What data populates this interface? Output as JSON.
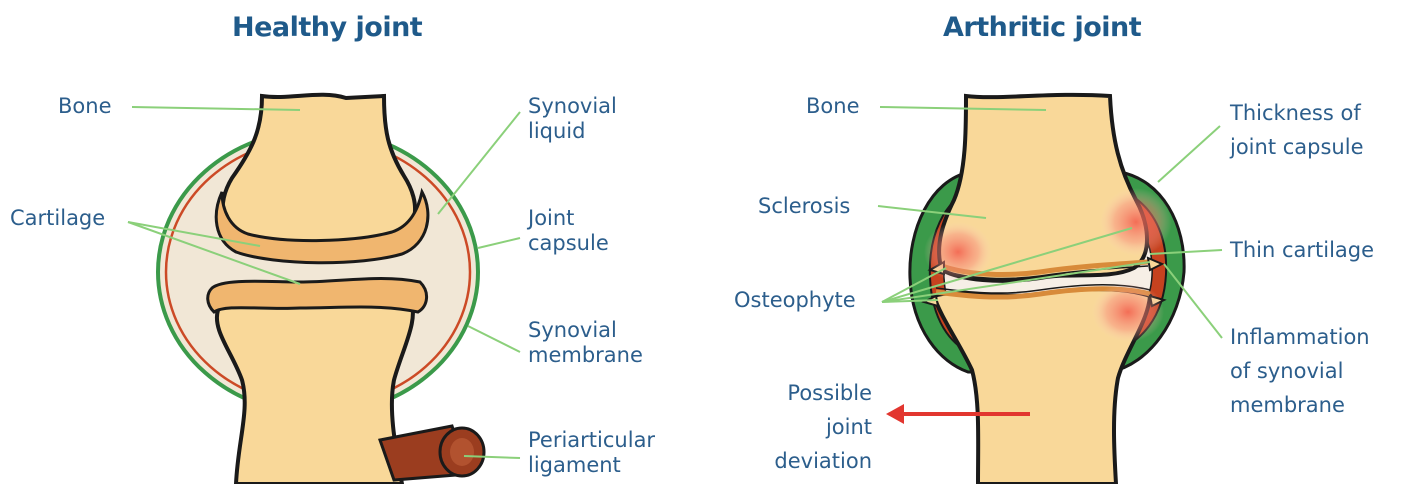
{
  "colors": {
    "bone": "#f9d899",
    "bone_outline": "#1a1a1a",
    "cartilage": "#f0b66f",
    "synovial_liquid": "#f1e7d6",
    "capsule": "#3b9a4a",
    "synovial_membrane": "#cc4a26",
    "ligament": "#9b3d1f",
    "leader_line": "#8bd07a",
    "inflammation": "#f25b4a",
    "arrow": "#e2362f",
    "label_text": "#2c5e8c",
    "title_text": "#1f5a8a"
  },
  "healthy": {
    "title": "Healthy joint",
    "labels": {
      "bone": "Bone",
      "cartilage": "Cartilage",
      "synovial_liquid": [
        "Synovial",
        "liquid"
      ],
      "joint_capsule": [
        "Joint",
        "capsule"
      ],
      "synovial_membrane": [
        "Synovial",
        "membrane"
      ],
      "periarticular_ligament": [
        "Periarticular",
        "ligament"
      ]
    }
  },
  "arthritic": {
    "title": "Arthritic joint",
    "labels": {
      "bone": "Bone",
      "sclerosis": "Sclerosis",
      "osteophyte": "Osteophyte",
      "possible_joint_deviation": [
        "Possible",
        "joint",
        "deviation"
      ],
      "thickness_of_joint_capsule": [
        "Thickness of",
        "joint capsule"
      ],
      "thin_cartilage": "Thin cartilage",
      "inflammation_of_synovial_membrane": [
        "Inflammation",
        "of synovial",
        "membrane"
      ]
    }
  }
}
